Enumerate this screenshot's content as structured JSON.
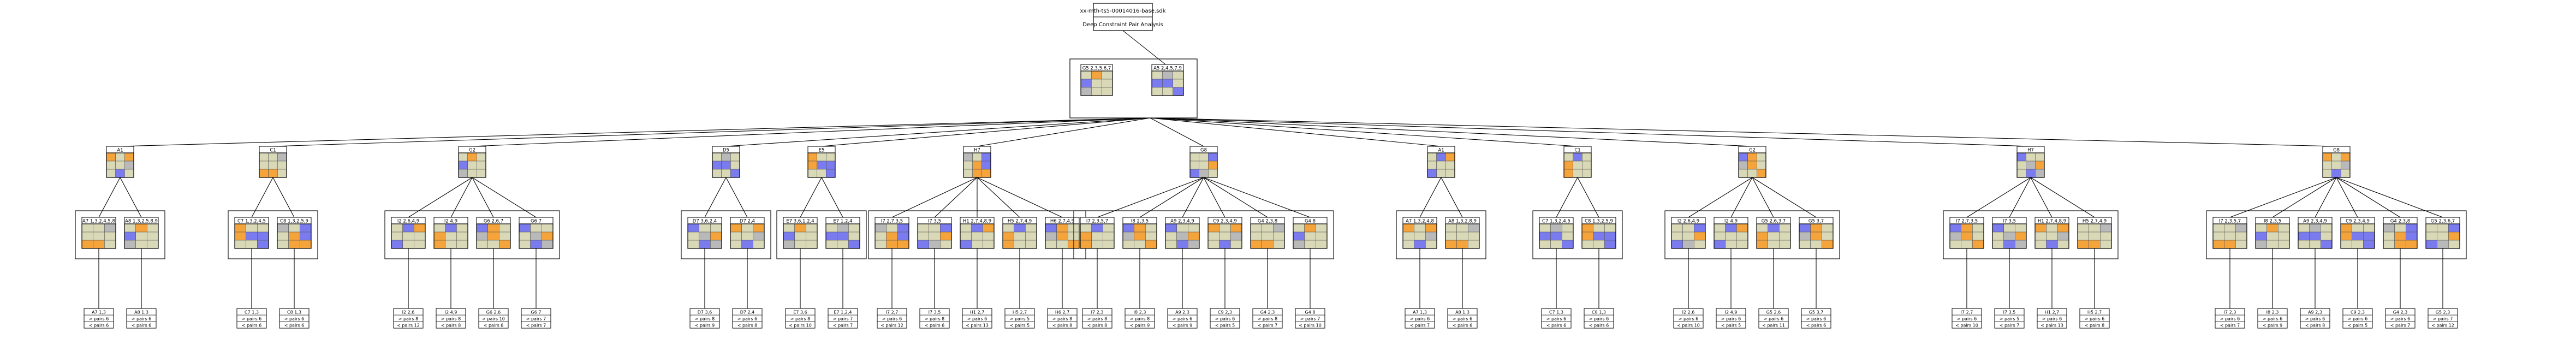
{
  "header": {
    "line1": "xx-mth-ts5-00014016-base.sdk",
    "line2": "Deep Constraint Pair Analysis"
  },
  "colors": {
    "blue": "#7b7bf0",
    "orange": "#f5a33b",
    "tan": "#d9d9b8",
    "grey": "#b9b9b9",
    "line": "#000000"
  },
  "root": {
    "labels": [
      "G5  2,3,5,6,7",
      "A5  2,4,5,7,9"
    ]
  },
  "branches": [
    {
      "label": "A1",
      "subs": [
        {
          "label": "A7  1,3,2,4,5,8",
          "leaf": [
            "A7  1,3",
            "> pairs  6",
            "< pairs  6"
          ]
        },
        {
          "label": "A8  1,3,2,5,8,9",
          "leaf": [
            "A8  1,3",
            "> pairs  6",
            "< pairs  6"
          ]
        }
      ]
    },
    {
      "label": "C1",
      "subs": [
        {
          "label": "C7  1,3,2,4,5",
          "leaf": [
            "C7  1,3",
            "> pairs  6",
            "< pairs  6"
          ]
        },
        {
          "label": "C8  1,3,2,5,9",
          "leaf": [
            "C8  1,3",
            "> pairs  6",
            "< pairs  6"
          ]
        }
      ]
    },
    {
      "label": "G2",
      "subs": [
        {
          "label": "I2  2,6,4,9",
          "leaf": [
            "I2  2,6",
            "> pairs  8",
            "< pairs  12"
          ]
        },
        {
          "label": "I2  4,9",
          "leaf": [
            "I2  4,9",
            "> pairs  8",
            "< pairs  8"
          ]
        },
        {
          "label": "G6  2,6,7",
          "leaf": [
            "G6  2,6",
            "> pairs  10",
            "< pairs  6"
          ]
        },
        {
          "label": "G6  7",
          "leaf": [
            "G6  7",
            "> pairs  7",
            "< pairs  7"
          ]
        }
      ]
    },
    {
      "label": "D5",
      "subs": [
        {
          "label": "D7  3,6,2,4",
          "leaf": [
            "D7  3,6",
            "> pairs  8",
            "< pairs  9"
          ]
        },
        {
          "label": "D7  2,4",
          "leaf": [
            "D7  2,4",
            "> pairs  6",
            "< pairs  8"
          ]
        }
      ]
    },
    {
      "label": "E5",
      "subs": [
        {
          "label": "E7  3,6,1,2,4",
          "leaf": [
            "E7  3,6",
            "> pairs  8",
            "< pairs  10"
          ]
        },
        {
          "label": "E7  1,2,4",
          "leaf": [
            "E7  1,2,4",
            "> pairs  7",
            "< pairs  7"
          ]
        }
      ]
    },
    {
      "label": "H7",
      "subs": [
        {
          "label": "I7  2,7,3,5",
          "leaf": [
            "I7  2,7",
            "> pairs  6",
            "< pairs  12"
          ]
        },
        {
          "label": "I7  3,5",
          "leaf": [
            "I7  3,5",
            "> pairs  8",
            "< pairs  6"
          ]
        },
        {
          "label": "H1  2,7,4,8,9",
          "leaf": [
            "H1  2,7",
            "> pairs  6",
            "< pairs  13"
          ]
        },
        {
          "label": "H5  2,7,4,9",
          "leaf": [
            "H5  2,7",
            "> pairs  5",
            "< pairs  5"
          ]
        },
        {
          "label": "H6  2,7,4,9",
          "leaf": [
            "H6  2,7",
            "> pairs  8",
            "< pairs  8"
          ]
        }
      ]
    },
    {
      "label": "G8",
      "subs": [
        {
          "label": "I7  2,3,5,7",
          "leaf": [
            "I7  2,3",
            "> pairs  8",
            "< pairs  8"
          ]
        },
        {
          "label": "I8  2,3,5",
          "leaf": [
            "I8  2,3",
            "> pairs  8",
            "< pairs  9"
          ]
        },
        {
          "label": "A9  2,3,4,9",
          "leaf": [
            "A9  2,3",
            "> pairs  6",
            "< pairs  9"
          ]
        },
        {
          "label": "C9  2,3,4,9",
          "leaf": [
            "C9  2,3",
            "> pairs  6",
            "< pairs  5"
          ]
        },
        {
          "label": "G4  2,3,8",
          "leaf": [
            "G4  2,3",
            "> pairs  8",
            "< pairs  7"
          ]
        },
        {
          "label": "G4  8",
          "leaf": [
            "G4  8",
            "> pairs  7",
            "< pairs  10"
          ]
        }
      ]
    },
    {
      "label": "A1",
      "subs": [
        {
          "label": "A7  1,3,2,4,8",
          "leaf": [
            "A7  1,3",
            "> pairs  6",
            "< pairs  7"
          ]
        },
        {
          "label": "A8  1,3,2,8,9",
          "leaf": [
            "A8  1,3",
            "> pairs  6",
            "< pairs  6"
          ]
        }
      ]
    },
    {
      "label": "C1",
      "subs": [
        {
          "label": "C7  1,3,2,4,5",
          "leaf": [
            "C7  1,3",
            "> pairs  6",
            "< pairs  6"
          ]
        },
        {
          "label": "C8  1,3,2,5,9",
          "leaf": [
            "C8  1,3",
            "> pairs  6",
            "< pairs  6"
          ]
        }
      ]
    },
    {
      "label": "G2",
      "subs": [
        {
          "label": "I2  2,6,4,9",
          "leaf": [
            "I2  2,6",
            "> pairs  6",
            "< pairs  10"
          ]
        },
        {
          "label": "I2  4,9",
          "leaf": [
            "I2  4,9",
            "> pairs  6",
            "< pairs  5"
          ]
        },
        {
          "label": "G5  2,6,3,7",
          "leaf": [
            "G5  2,6",
            "> pairs  6",
            "< pairs  11"
          ]
        },
        {
          "label": "G5  3,7",
          "leaf": [
            "G5  3,7",
            "> pairs  6",
            "< pairs  6"
          ]
        }
      ]
    },
    {
      "label": "H7",
      "subs": [
        {
          "label": "I7  2,7,3,5",
          "leaf": [
            "I7  2,7",
            "> pairs  6",
            "< pairs  10"
          ]
        },
        {
          "label": "I7  3,5",
          "leaf": [
            "I7  3,5",
            "> pairs  5",
            "< pairs  7"
          ]
        },
        {
          "label": "H1  2,7,4,8,9",
          "leaf": [
            "H1  2,7",
            "> pairs  6",
            "< pairs  13"
          ]
        },
        {
          "label": "H5  2,7,4,9",
          "leaf": [
            "H5  2,7",
            "> pairs  6",
            "< pairs  8"
          ]
        }
      ]
    },
    {
      "label": "G8",
      "subs": [
        {
          "label": "I7  2,3,5,7",
          "leaf": [
            "I7  2,3",
            "> pairs  6",
            "< pairs  7"
          ]
        },
        {
          "label": "I8  2,3,5",
          "leaf": [
            "I8  2,3",
            "> pairs  6",
            "< pairs  9"
          ]
        },
        {
          "label": "A9  2,3,4,9",
          "leaf": [
            "A9  2,3",
            "> pairs  6",
            "< pairs  8"
          ]
        },
        {
          "label": "C9  2,3,4,9",
          "leaf": [
            "C9  2,3",
            "> pairs  6",
            "< pairs  5"
          ]
        },
        {
          "label": "G4  2,3,8",
          "leaf": [
            "G4  2,3",
            "> pairs  6",
            "< pairs  7"
          ]
        },
        {
          "label": "G5  2,3,6,7",
          "leaf": [
            "G5  2,3",
            "> pairs  7",
            "< pairs  12"
          ]
        }
      ]
    }
  ]
}
